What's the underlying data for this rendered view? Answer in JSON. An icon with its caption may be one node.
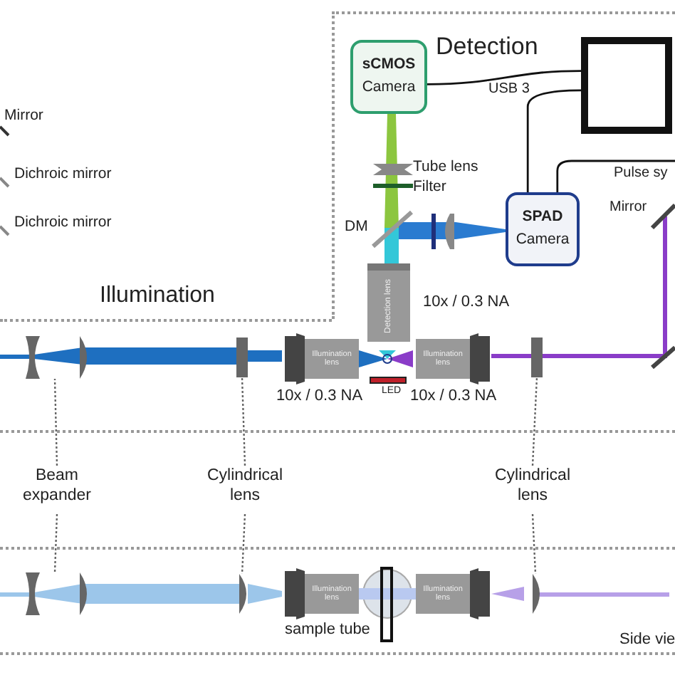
{
  "diagram": {
    "nodes": [
      {
        "text": [
          "**sCMOS** Camera"
        ]
      },
      {
        "text": [],
        "shape": "box"
      },
      {
        "text": [
          "**SPAD** Camera"
        ]
      },
      {
        "text": [
          "Detection lens"
        ]
      },
      {
        "text": [
          "Illumination lens"
        ]
      },
      {
        "text": [
          "Illumination lens"
        ]
      },
      {
        "text": [],
        "shape": "lens"
      },
      {
        "text": [],
        "shape": "lens"
      },
      {
        "text": [],
        "shape": "lens"
      },
      {
        "text": [
          "Beam expander"
        ]
      },
      {
        "text": [
          "Cylindrical lens"
        ]
      },
      {
        "text": [
          "Cylindrical lens"
        ]
      },
      {
        "text": [],
        "shape": "lens"
      },
      {
        "text": [],
        "shape": "lens"
      },
      {
        "text": [
          "Illumination lens"
        ]
      },
      {
        "text": [
          "Illumination lens"
        ]
      },
      {
        "text": [],
        "shape": "lens"
      }
    ],
    "edges": [
      {
        "from": 0,
        "to": 1,
        "arrow": "none",
        "label": "USB 3"
      },
      {
        "from": 2,
        "to": 1,
        "arrow": "none"
      },
      {
        "from": 2,
        "to": null,
        "arrow": "none",
        "label": "Pulse sy"
      },
      {
        "from": 9,
        "to": 6,
        "arrow": "none",
        "style": "dashed"
      },
      {
        "from": 9,
        "to": 12,
        "arrow": "none",
        "style": "dashed"
      },
      {
        "from": 10,
        "to": 7,
        "arrow": "none",
        "style": "dashed"
      },
      {
        "from": 10,
        "to": 13,
        "arrow": "none",
        "style": "dashed"
      },
      {
        "from": 11,
        "to": 8,
        "arrow": "none",
        "style": "dashed"
      },
      {
        "from": 11,
        "to": 16,
        "arrow": "none",
        "style": "dashed"
      }
    ],
    "labels": [
      "Detection",
      "Tube lens",
      "Filter",
      "Mirror",
      "DM",
      "Illumination",
      "10x / 0.3 NA",
      "10x / 0.3 NA",
      "LED",
      "10x / 0.3 NA",
      "sample tube",
      "Side vie"
    ],
    "legend": [
      {
        "text": "Mirror"
      },
      {
        "text": "Dichroic mirror"
      },
      {
        "text": "Dichroic mirror"
      }
    ]
  }
}
